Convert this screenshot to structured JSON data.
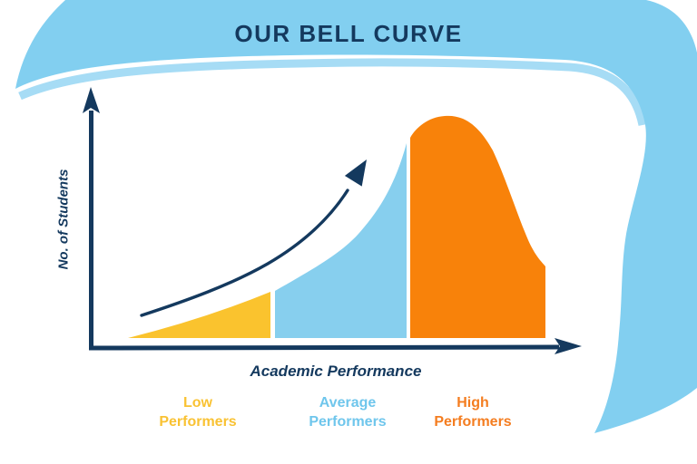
{
  "title": "OUR BELL CURVE",
  "colors": {
    "sky": "#82CFF0",
    "sky_light": "#A6DCF5",
    "navy": "#14395E",
    "yellow": "#FAC32E",
    "blue": "#87CFEE",
    "orange": "#F8820A",
    "legend_yellow": "#F9C233",
    "legend_blue": "#6FC6EC",
    "legend_orange": "#F47D20"
  },
  "chart": {
    "y_axis_label": "No. of Students",
    "x_axis_label": "Academic Performance",
    "legend": [
      {
        "line1": "Low",
        "line2": "Performers"
      },
      {
        "line1": "Average",
        "line2": "Performers"
      },
      {
        "line1": "High",
        "line2": "Performers"
      }
    ]
  },
  "chart_data": {
    "type": "area",
    "title": "OUR BELL CURVE",
    "xlabel": "Academic Performance",
    "ylabel": "No. of Students",
    "axes_quantitative": false,
    "tick_labels": [],
    "segments": [
      {
        "label": "Low Performers",
        "color": "#FAC32E",
        "x_frac_range": [
          0.08,
          0.37
        ],
        "height_frac_range": [
          0.0,
          0.2
        ],
        "shape": "thin rising wedge from zero"
      },
      {
        "label": "Average Performers",
        "color": "#87CFEE",
        "x_frac_range": [
          0.38,
          0.65
        ],
        "height_frac_range": [
          0.21,
          0.87
        ],
        "shape": "steeply rising left flank of bell"
      },
      {
        "label": "High Performers",
        "color": "#F8820A",
        "x_frac_range": [
          0.66,
          0.94
        ],
        "height_frac_peak": 1.0,
        "height_frac_end": 0.32,
        "shape": "bell peak then steep decline with short tail"
      }
    ],
    "annotations": [
      {
        "type": "trend-arrow",
        "direction": "up-right",
        "meaning": "increasing number of students toward higher performance"
      }
    ],
    "legend_position": "bottom",
    "grid": false
  }
}
